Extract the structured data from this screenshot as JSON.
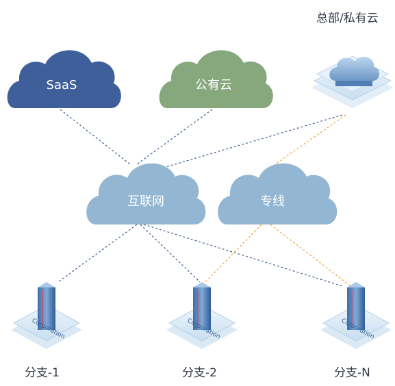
{
  "clouds": {
    "saas": {
      "label": "SaaS",
      "color": "#3f5f9a"
    },
    "public": {
      "label": "公有云",
      "color": "#86a87c"
    },
    "internet": {
      "label": "互联网",
      "color": "#93b6d2"
    },
    "dedicated": {
      "label": "专线",
      "color": "#93b6d2"
    }
  },
  "nodes": {
    "hq": {
      "label": "总部/私有云",
      "icon": "private-cloud-icon"
    },
    "branch1": {
      "label": "分支-1",
      "icon": "corporation-building-icon",
      "badge": "Corporation"
    },
    "branch2": {
      "label": "分支-2",
      "icon": "corporation-building-icon",
      "badge": "Corporation"
    },
    "branchN": {
      "label": "分支-N",
      "icon": "corporation-building-icon",
      "badge": "Corporation"
    }
  },
  "link_colors": {
    "internet": "#3f5f8f",
    "dedicated": "#f0a030"
  }
}
